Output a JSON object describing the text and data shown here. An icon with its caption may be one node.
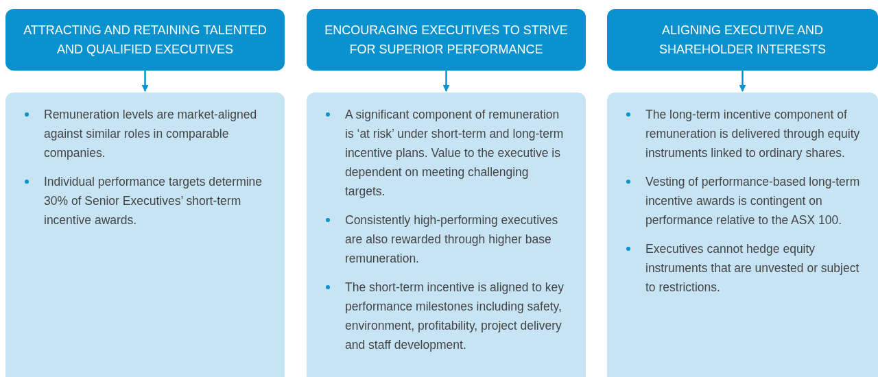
{
  "diagram": {
    "nodes": [
      {
        "text": [
          "ATTRACTING AND RETAINING TALENTED AND QUALIFIED EXECUTIVES"
        ]
      },
      {
        "text": [
          "ENCOURAGING EXECUTIVES TO STRIVE FOR SUPERIOR PERFORMANCE"
        ]
      },
      {
        "text": [
          "ALIGNING EXECUTIVE AND SHAREHOLDER INTERESTS"
        ]
      },
      {
        "text": [
          "Remuneration levels are market-aligned against similar roles in comparable companies.",
          "Individual performance targets determine 30% of Senior Executives’ short-term incentive awards."
        ]
      },
      {
        "text": [
          "A significant component of remuneration is ‘at risk’ under short-term and long-term incentive plans. Value to the executive is dependent on meeting challenging targets.",
          "Consistently high-performing executives are also rewarded through higher base remuneration.",
          "The short-term incentive is aligned to key performance milestones including safety, environment, profitability, project delivery and staff development."
        ]
      },
      {
        "text": [
          "The long-term incentive component of remuneration is delivered through equity instruments linked to ordinary shares.",
          "Vesting of performance-based long-term incentive awards is contingent on performance relative to the ASX 100.",
          "Executives cannot hedge equity instruments that are unvested or subject to restrictions."
        ]
      }
    ],
    "edges": [
      {
        "from": 0,
        "to": 3,
        "arrow": "to"
      },
      {
        "from": 1,
        "to": 4,
        "arrow": "to"
      },
      {
        "from": 2,
        "to": 5,
        "arrow": "to"
      }
    ]
  }
}
